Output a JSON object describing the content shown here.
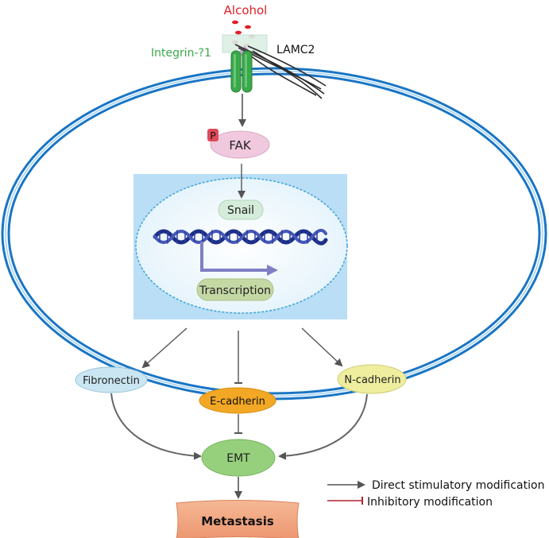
{
  "diagram": {
    "stimulus": "Alcohol",
    "receptor_left": "Integrin-?1",
    "receptor_right": "LAMC2",
    "phospho_mark": "P",
    "kinase": "FAK",
    "transcription_factor": "Snail",
    "process": "Transcription",
    "markers": {
      "fibronectin": "Fibronectin",
      "e_cadherin": "E-cadherin",
      "n_cadherin": "N-cadherin"
    },
    "emt": "EMT",
    "outcome": "Metastasis"
  },
  "legend": {
    "stimulatory": "Direct stimulatory modification",
    "inhibitory": "Inhibitory modification"
  },
  "colors": {
    "membrane": "#1a75c4",
    "integrin": "#3aa94a",
    "alcohol": "#e0202a",
    "fak": "#f1c9df",
    "nucleus_box": "#b9def5",
    "fibronectin": "#c9e6f2",
    "e_cadherin": "#f2a824",
    "n_cadherin": "#eeee9e",
    "emt": "#96d07d",
    "metastasis": "#f2a27e",
    "inhibitory_line": "#b02430",
    "arrow": "#555555"
  }
}
